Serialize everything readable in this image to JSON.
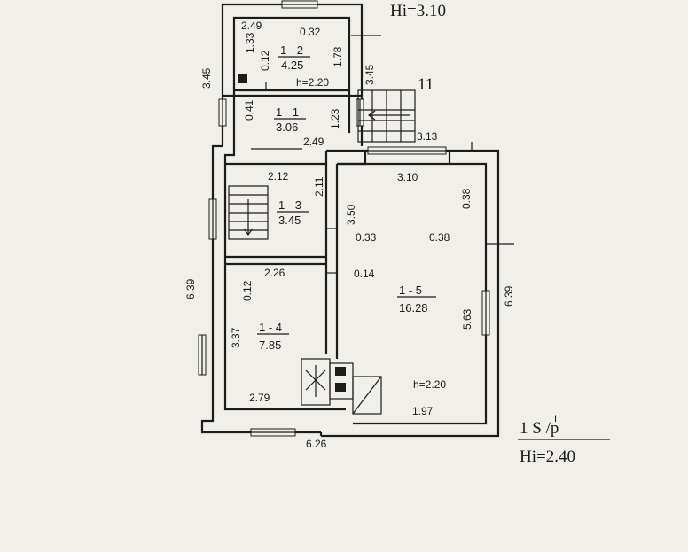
{
  "header": {
    "height_label": "Hi=3.10",
    "stair_mark": "11"
  },
  "footer": {
    "sheet_label": "1  S /p",
    "sheet_sup": "I",
    "height_label": "Hi=2.40"
  },
  "rooms": [
    {
      "id": "1 - 2",
      "area": "4.25"
    },
    {
      "id": "1 - 1",
      "area": "3.06"
    },
    {
      "id": "1 - 3",
      "area": "3.45"
    },
    {
      "id": "1 - 4",
      "area": "7.85"
    },
    {
      "id": "1 - 5",
      "area": "16.28"
    }
  ],
  "heights": {
    "room_1_2": "h=2.20",
    "room_1_5": "h=2.20"
  },
  "dimensions": {
    "d_249_top": "2.49",
    "d_032": "0.32",
    "d_133": "1.33",
    "d_012_a": "0.12",
    "d_178": "1.78",
    "d_345_left": "3.45",
    "d_345_right": "3.45",
    "d_041": "0.41",
    "d_123": "1.23",
    "d_249_mid": "2.49",
    "d_313": "3.13",
    "d_212": "2.12",
    "d_211": "2.11",
    "d_350": "3.50",
    "d_310": "3.10",
    "d_038_v": "0.38",
    "d_033": "0.33",
    "d_038_h": "0.38",
    "d_639_left": "6.39",
    "d_639_right": "6.39",
    "d_226": "2.26",
    "d_012_b": "0.12",
    "d_014": "0.14",
    "d_563": "5.63",
    "d_337": "3.37",
    "d_279": "2.79",
    "d_197": "1.97",
    "d_626": "6.26"
  }
}
